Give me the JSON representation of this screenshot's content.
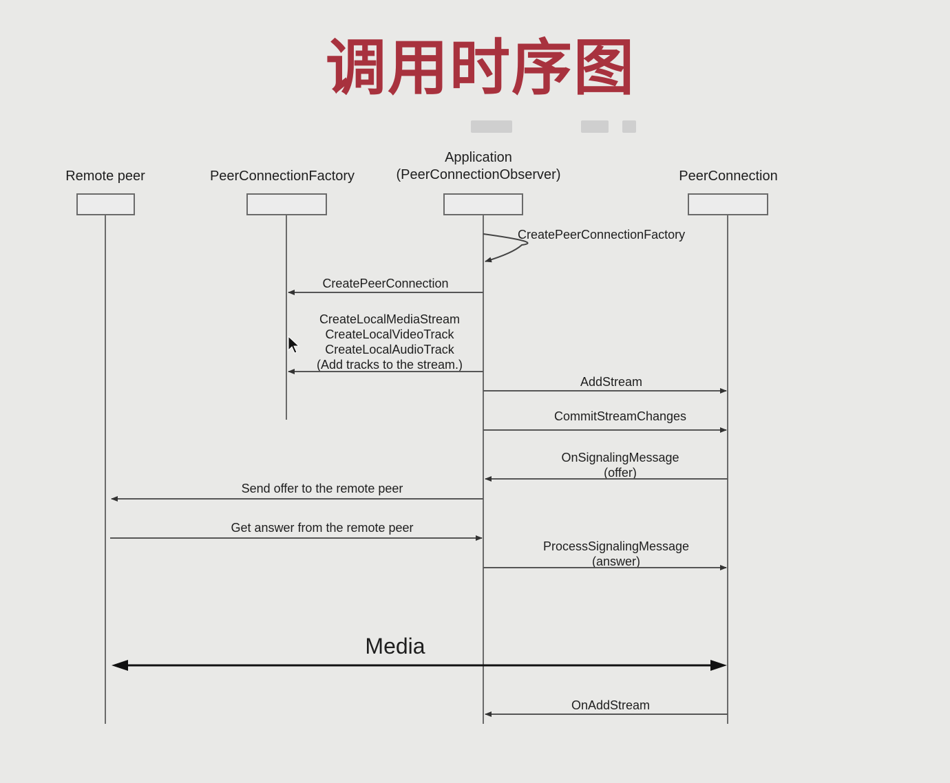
{
  "title": "调用时序图",
  "participants": [
    {
      "label": "Remote peer"
    },
    {
      "label": "PeerConnectionFactory"
    },
    {
      "label": "Application",
      "label2": "(PeerConnectionObserver)"
    },
    {
      "label": "PeerConnection"
    }
  ],
  "messages": [
    {
      "label": "CreatePeerConnectionFactory"
    },
    {
      "label": "CreatePeerConnection"
    },
    {
      "lines": [
        "CreateLocalMediaStream",
        "CreateLocalVideoTrack",
        "CreateLocalAudioTrack",
        "(Add tracks to the stream.)"
      ]
    },
    {
      "label": "AddStream"
    },
    {
      "label": "CommitStreamChanges"
    },
    {
      "lines": [
        "OnSignalingMessage",
        "(offer)"
      ]
    },
    {
      "label": "Send offer to the remote peer"
    },
    {
      "label": "Get answer from the remote peer"
    },
    {
      "lines": [
        "ProcessSignalingMessage",
        "(answer)"
      ]
    },
    {
      "label": "Media"
    },
    {
      "label": "OnAddStream"
    }
  ],
  "colors": {
    "title": "#a8323e",
    "line": "#6a6a6a",
    "text": "#1e1e1e",
    "background": "#e9e9e7"
  }
}
